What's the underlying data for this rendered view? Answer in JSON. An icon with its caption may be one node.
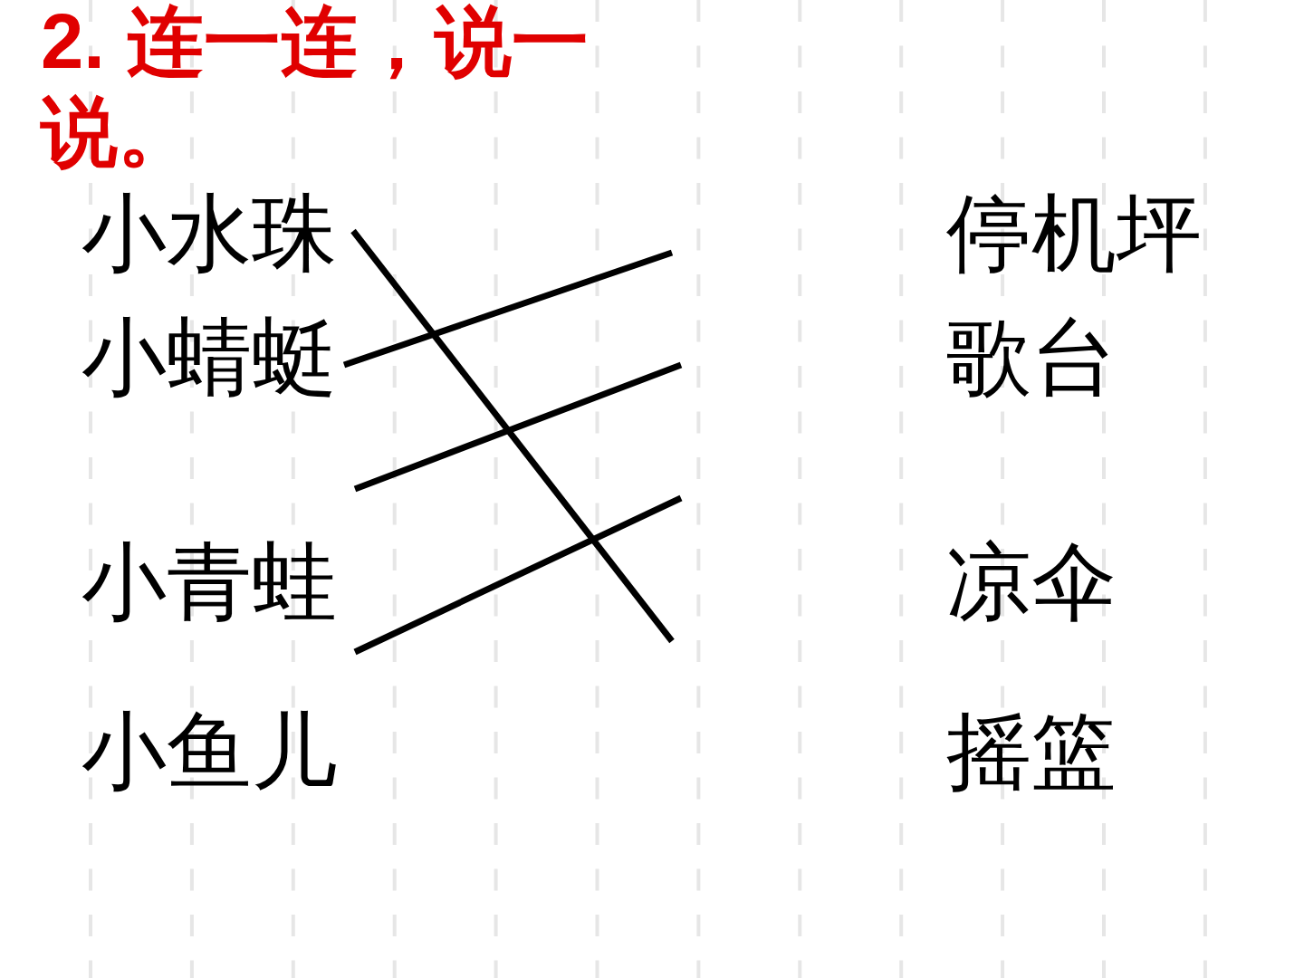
{
  "diagram": {
    "title": "2. 连一连，说一说。",
    "nodes": [
      {
        "text": [
          "小水珠"
        ]
      },
      {
        "text": [
          "小蜻蜓"
        ]
      },
      {
        "text": [
          "小青蛙"
        ]
      },
      {
        "text": [
          "小鱼儿"
        ]
      },
      {
        "text": [
          "停机坪"
        ]
      },
      {
        "text": [
          "歌台"
        ]
      },
      {
        "text": [
          "凉伞"
        ]
      },
      {
        "text": [
          "摇篮"
        ]
      }
    ],
    "edges": [
      {
        "from": 0,
        "to": null,
        "arrow": "none"
      },
      {
        "from": 1,
        "to": null,
        "arrow": "none"
      },
      {
        "from": 2,
        "to": null,
        "arrow": "none"
      },
      {
        "from": 3,
        "to": null,
        "arrow": "none"
      }
    ]
  }
}
